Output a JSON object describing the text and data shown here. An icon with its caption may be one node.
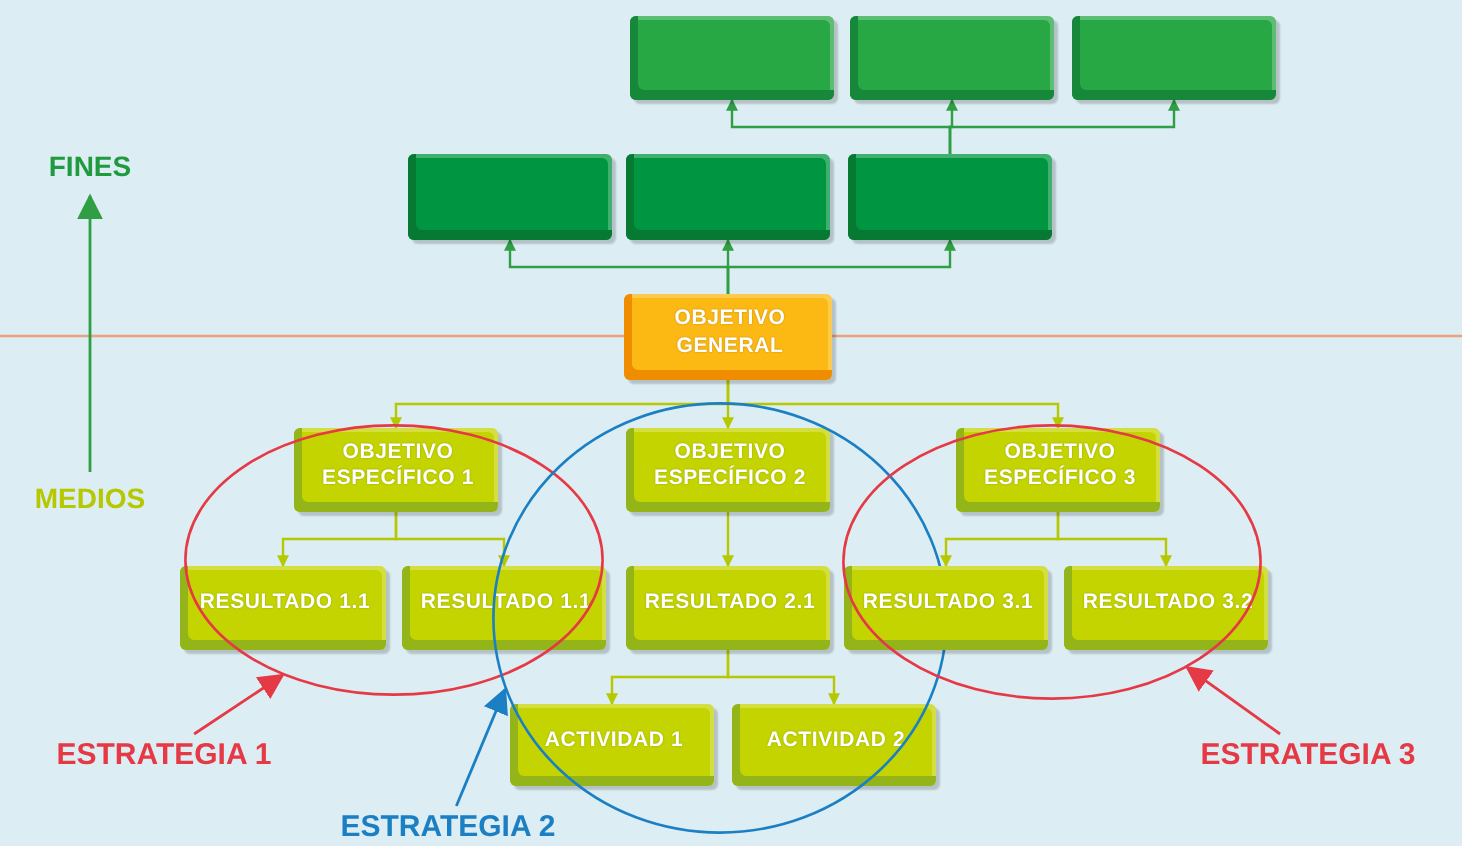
{
  "diagram": {
    "nodes": [
      {
        "text": [],
        "shape": "box"
      },
      {
        "text": [],
        "shape": "box"
      },
      {
        "text": [],
        "shape": "box"
      },
      {
        "text": [],
        "shape": "box"
      },
      {
        "text": [],
        "shape": "box"
      },
      {
        "text": [],
        "shape": "box"
      },
      {
        "text": [
          "OBJETIVO GENERAL"
        ]
      },
      {
        "text": [
          "OBJETIVO ESPECÍFICO 1"
        ],
        "in": 17
      },
      {
        "text": [
          "OBJETIVO ESPECÍFICO 2"
        ],
        "in": 18
      },
      {
        "text": [
          "OBJETIVO ESPECÍFICO 3"
        ],
        "in": 19
      },
      {
        "text": [
          "RESULTADO 1.1"
        ],
        "in": 17
      },
      {
        "text": [
          "RESULTADO 1.1"
        ],
        "in": 17
      },
      {
        "text": [
          "RESULTADO 2.1"
        ],
        "in": 18
      },
      {
        "text": [
          "RESULTADO 3.1"
        ],
        "in": 19
      },
      {
        "text": [
          "RESULTADO 3.2"
        ],
        "in": 19
      },
      {
        "text": [
          "ACTIVIDAD 1"
        ],
        "in": 18
      },
      {
        "text": [
          "ACTIVIDAD 2"
        ],
        "in": 18
      },
      {
        "text": [],
        "shape": "ellipse"
      },
      {
        "text": [],
        "shape": "ellipse"
      },
      {
        "text": [],
        "shape": "ellipse"
      },
      {
        "text": [
          "ESTRATEGIA 1"
        ]
      },
      {
        "text": [
          "ESTRATEGIA 2"
        ]
      },
      {
        "text": [
          "ESTRATEGIA 3"
        ]
      },
      {
        "text": [
          "FINES"
        ]
      },
      {
        "text": [
          "MEDIOS"
        ]
      }
    ],
    "edges": [
      {
        "from": 6,
        "to": 3,
        "arrow": "to",
        "color": "#2f9e44"
      },
      {
        "from": 6,
        "to": 4,
        "arrow": "to",
        "color": "#2f9e44"
      },
      {
        "from": 6,
        "to": 5,
        "arrow": "to",
        "color": "#2f9e44"
      },
      {
        "from": 5,
        "to": 0,
        "arrow": "to",
        "color": "#2f9e44"
      },
      {
        "from": 5,
        "to": 1,
        "arrow": "to",
        "color": "#2f9e44"
      },
      {
        "from": 5,
        "to": 2,
        "arrow": "to",
        "color": "#2f9e44"
      },
      {
        "from": 6,
        "to": 7,
        "arrow": "to"
      },
      {
        "from": 6,
        "to": 8,
        "arrow": "to"
      },
      {
        "from": 6,
        "to": 9,
        "arrow": "to"
      },
      {
        "from": 7,
        "to": 10,
        "arrow": "to"
      },
      {
        "from": 7,
        "to": 11,
        "arrow": "to"
      },
      {
        "from": 8,
        "to": 12,
        "arrow": "to"
      },
      {
        "from": 9,
        "to": 13,
        "arrow": "to"
      },
      {
        "from": 9,
        "to": 14,
        "arrow": "to"
      },
      {
        "from": 12,
        "to": 15,
        "arrow": "to"
      },
      {
        "from": 12,
        "to": 16,
        "arrow": "to"
      },
      {
        "from": 20,
        "to": 17,
        "arrow": "to",
        "color": "#e63946"
      },
      {
        "from": 21,
        "to": 18,
        "arrow": "to",
        "color": "#1b7fc4"
      },
      {
        "from": 22,
        "to": 19,
        "arrow": "to",
        "color": "#e63946"
      },
      {
        "from": 24,
        "to": 23,
        "arrow": "to",
        "color": "#2f9e44"
      }
    ]
  }
}
